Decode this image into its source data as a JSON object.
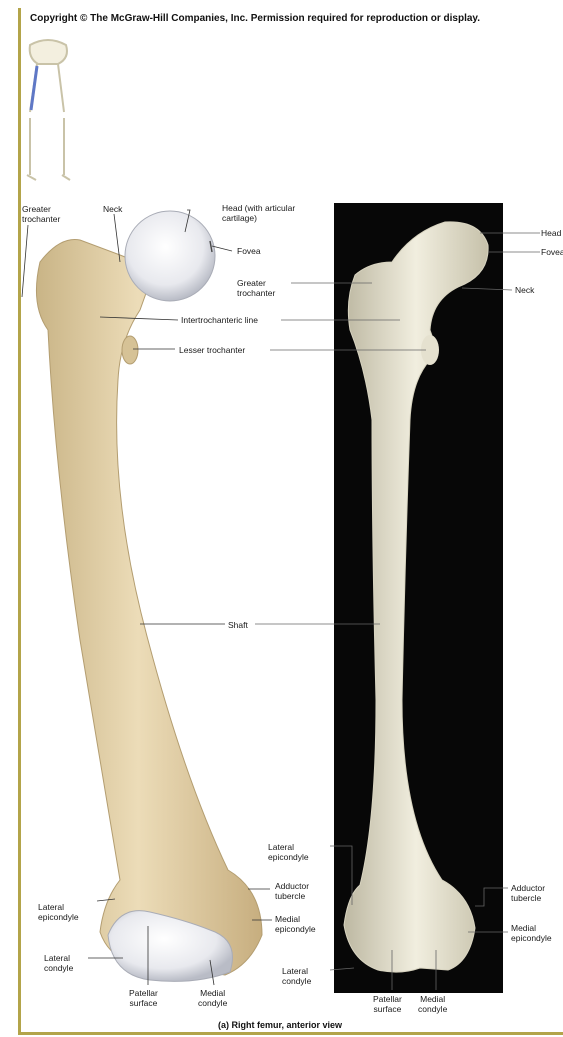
{
  "copyright": "Copyright © The McGraw-Hill Companies, Inc. Permission required for reproduction or display.",
  "caption": "(a) Right femur, anterior view",
  "left_labels": {
    "greater_trochanter": "Greater\ntrochanter",
    "neck": "Neck",
    "head": "Head (with articular\ncartilage)",
    "fovea": "Fovea",
    "intertrochanteric_line": "Intertrochanteric line",
    "lesser_trochanter": "Lesser trochanter",
    "shaft": "Shaft",
    "lateral_epicondyle": "Lateral\nepicondyle",
    "adductor_tubercle": "Adductor\ntubercle",
    "medial_epicondyle": "Medial\nepicondyle",
    "lateral_condyle": "Lateral\ncondyle",
    "patellar_surface": "Patellar\nsurface",
    "medial_condyle": "Medial\ncondyle"
  },
  "right_labels": {
    "head": "Head",
    "fovea": "Fovea",
    "greater_trochanter": "Greater\ntrochanter",
    "neck": "Neck",
    "lateral_epicondyle": "Lateral\nepicondyle",
    "adductor_tubercle": "Adductor\ntubercle",
    "medial_epicondyle": "Medial\nepicondyle",
    "lateral_condyle": "Lateral\ncondyle",
    "patellar_surface": "Patellar\nsurface",
    "medial_condyle": "Medial\ncondyle"
  }
}
